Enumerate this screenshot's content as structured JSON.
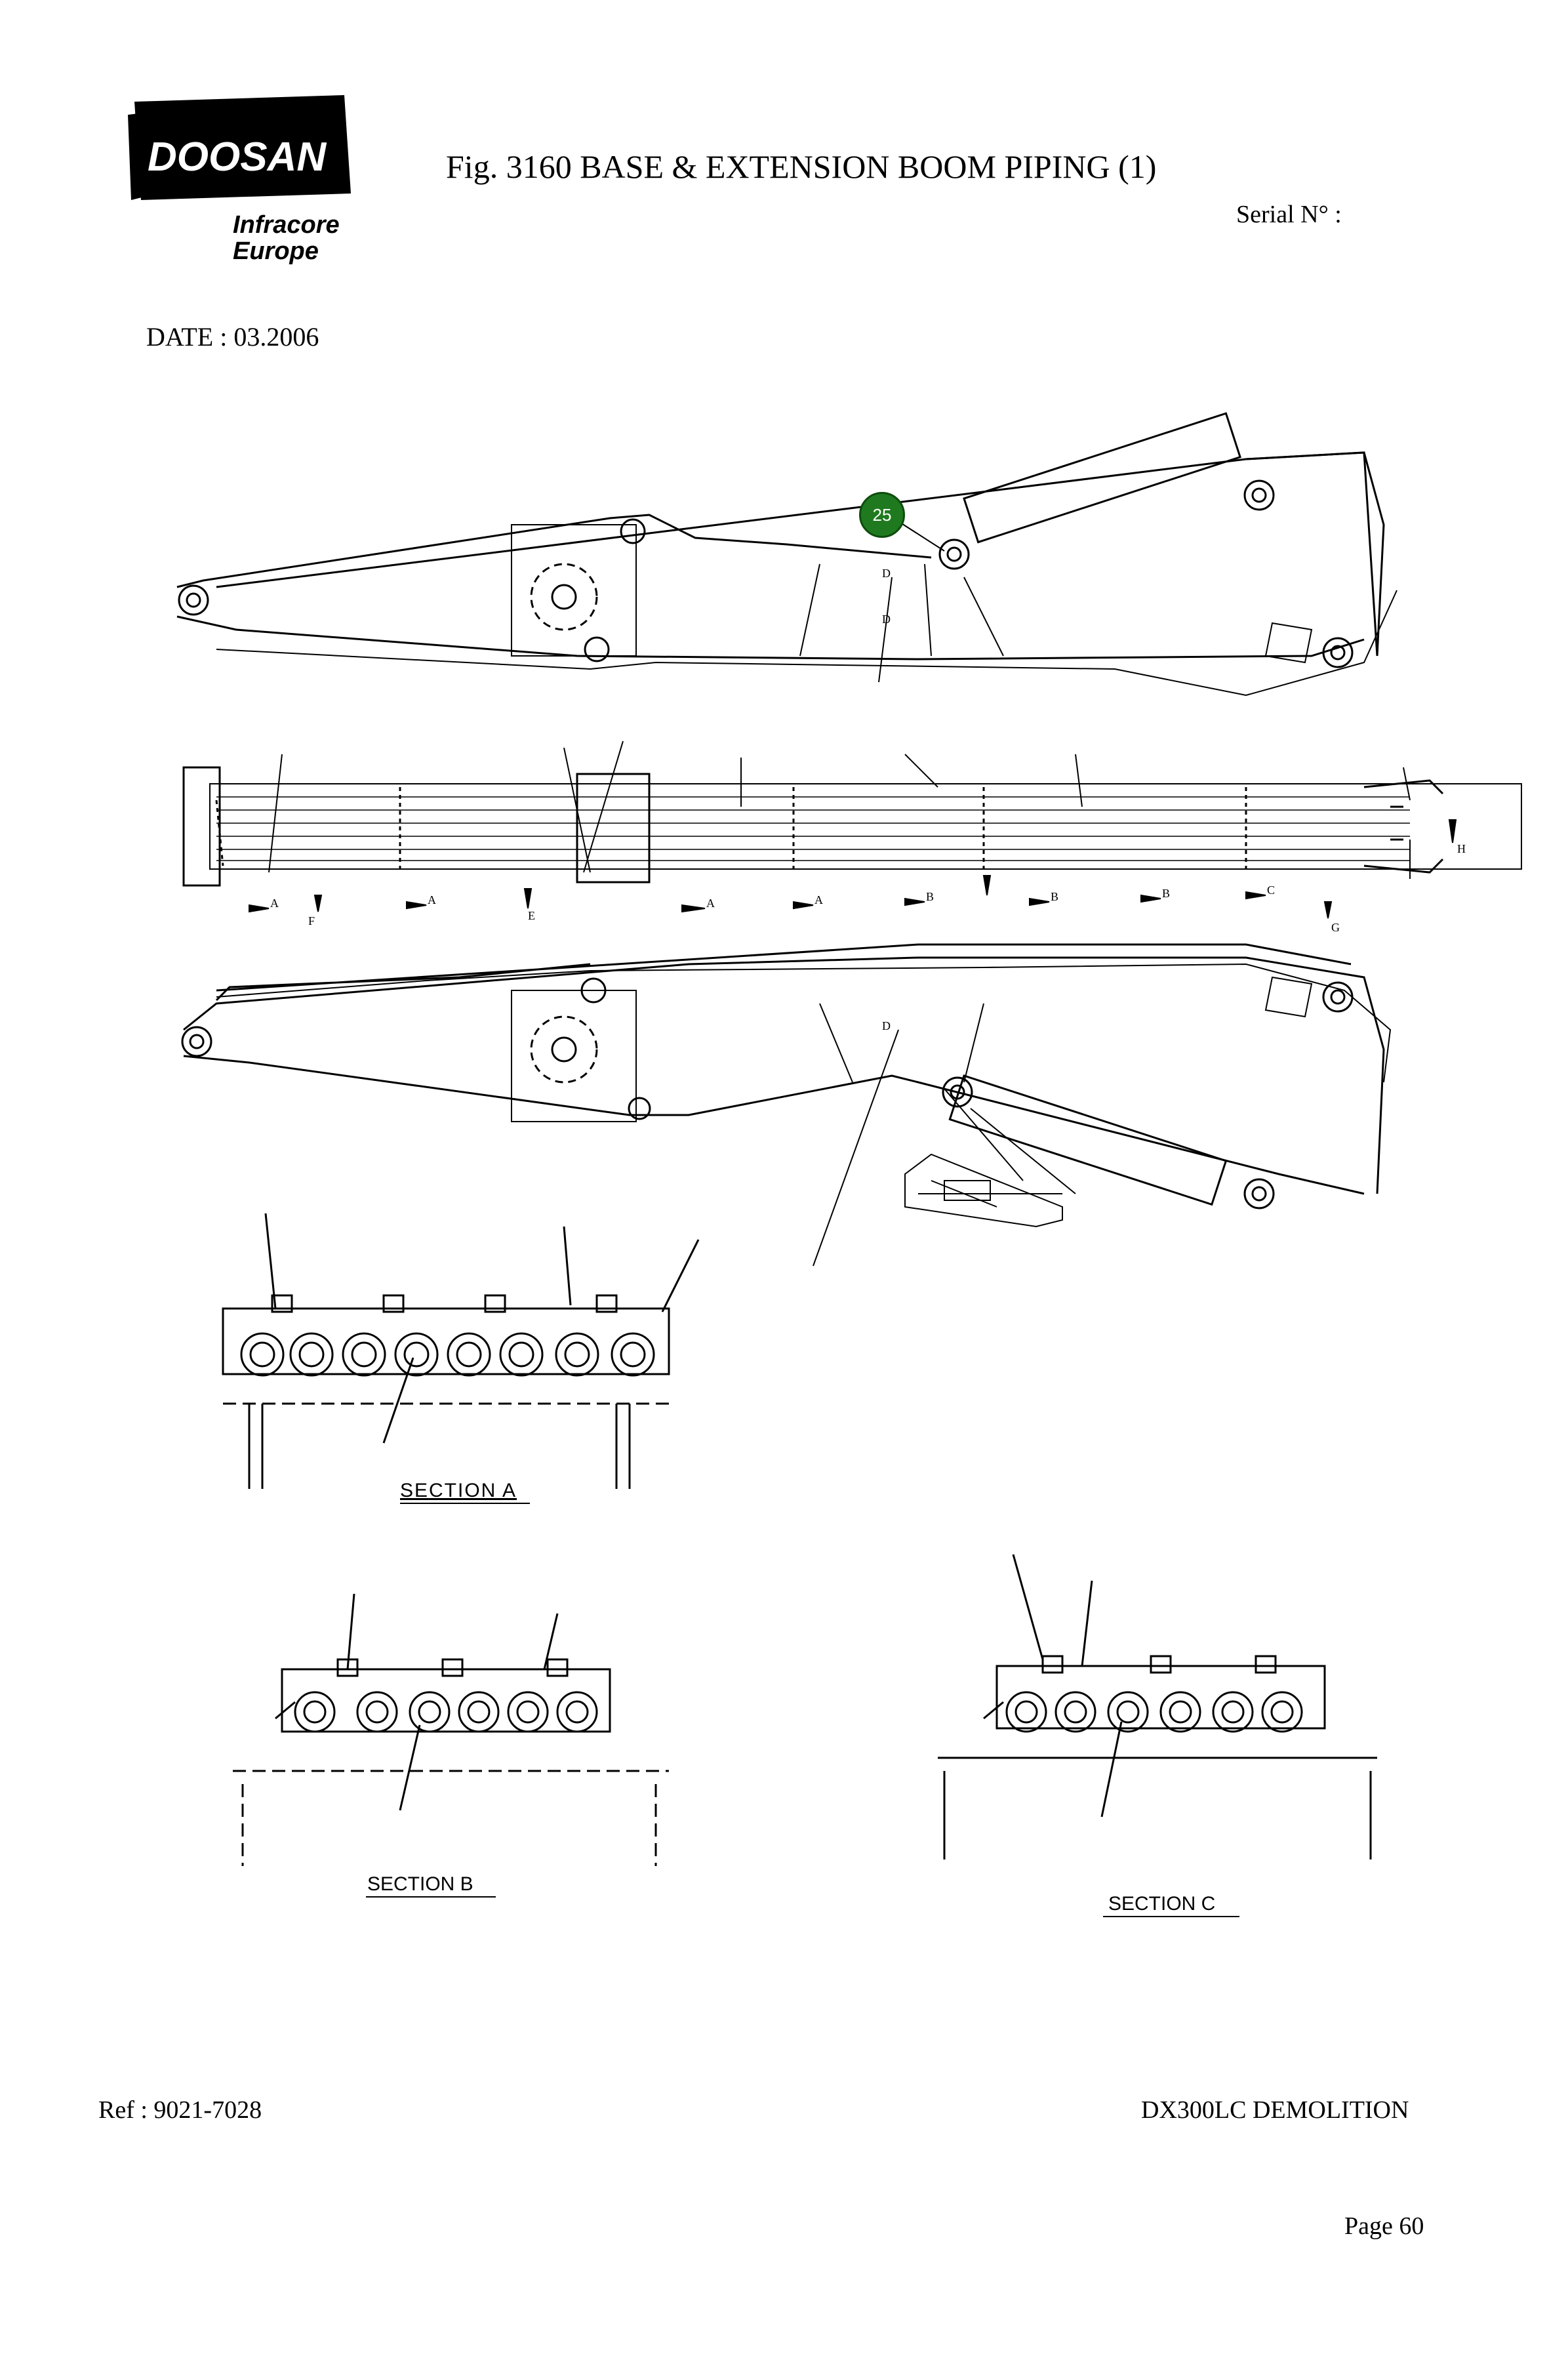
{
  "header": {
    "brand": "DOOSAN",
    "division_line1": "Infracore",
    "division_line2": "Europe",
    "figure_title": "Fig. 3160   BASE & EXTENSION BOOM PIPING (1)",
    "serial_label": "Serial N° :"
  },
  "date": {
    "label": "DATE",
    "value": " : 03.2006"
  },
  "callouts": [
    {
      "number": "25"
    }
  ],
  "sections": {
    "a": "SECTION  A",
    "b": "SECTION  B",
    "c": "SECTION  C"
  },
  "view_markers": {
    "a": "A",
    "b": "B",
    "c": "C",
    "d": "D",
    "e": "E",
    "f": "F",
    "g": "G",
    "h": "H"
  },
  "footer": {
    "ref": "Ref : 9021-7028",
    "model": "DX300LC DEMOLITION",
    "page": "Page 60"
  },
  "colors": {
    "callout_fill": "#1f7a1f",
    "line": "#000000"
  }
}
